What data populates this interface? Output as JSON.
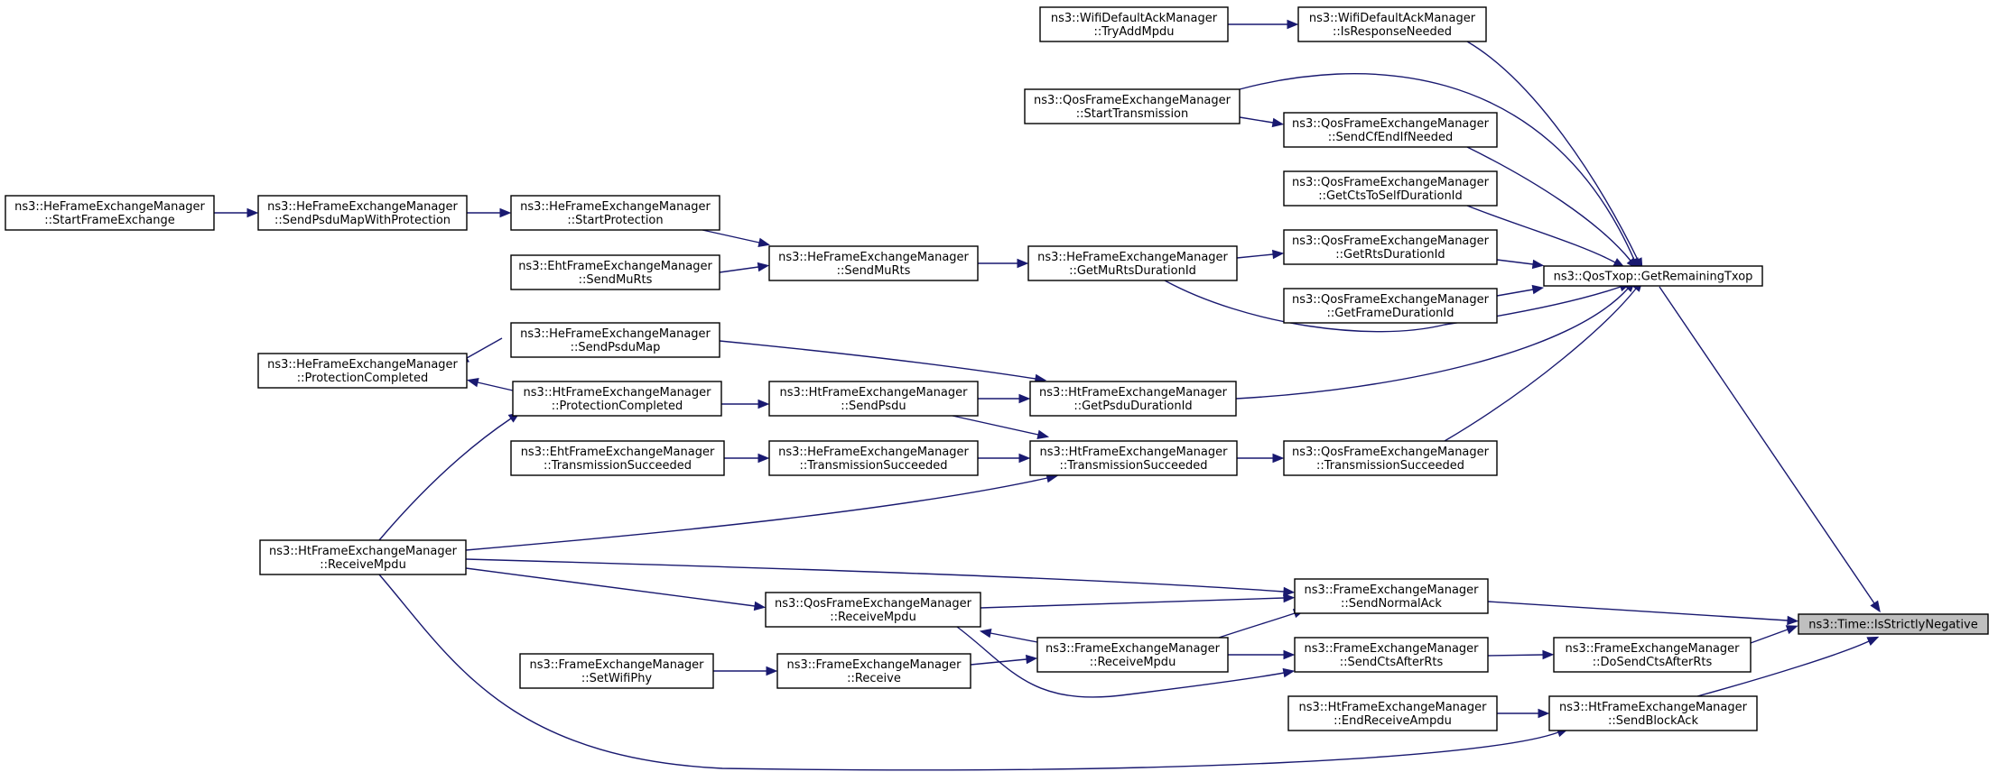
{
  "graph": {
    "title": "",
    "nodes": [
      {
        "id": "root",
        "lines": [
          "ns3::Time::IsStrictlyNegative"
        ],
        "root": true
      },
      {
        "id": "qt_grt",
        "lines": [
          "ns3::QosTxop::GetRemainingTxop"
        ]
      },
      {
        "id": "wdam_irn",
        "lines": [
          "ns3::WifiDefaultAckManager",
          "::IsResponseNeeded"
        ]
      },
      {
        "id": "wdam_tam",
        "lines": [
          "ns3::WifiDefaultAckManager",
          "::TryAddMpdu"
        ]
      },
      {
        "id": "qfem_st",
        "lines": [
          "ns3::QosFrameExchangeManager",
          "::StartTransmission"
        ]
      },
      {
        "id": "qfem_scf",
        "lines": [
          "ns3::QosFrameExchangeManager",
          "::SendCfEndIfNeeded"
        ]
      },
      {
        "id": "qfem_gcts",
        "lines": [
          "ns3::QosFrameExchangeManager",
          "::GetCtsToSelfDurationId"
        ]
      },
      {
        "id": "qfem_grts",
        "lines": [
          "ns3::QosFrameExchangeManager",
          "::GetRtsDurationId"
        ]
      },
      {
        "id": "qfem_gfd",
        "lines": [
          "ns3::QosFrameExchangeManager",
          "::GetFrameDurationId"
        ]
      },
      {
        "id": "hefem_gmu",
        "lines": [
          "ns3::HeFrameExchangeManager",
          "::GetMuRtsDurationId"
        ]
      },
      {
        "id": "hefem_smr",
        "lines": [
          "ns3::HeFrameExchangeManager",
          "::SendMuRts"
        ]
      },
      {
        "id": "hefem_sp",
        "lines": [
          "ns3::HeFrameExchangeManager",
          "::StartProtection"
        ]
      },
      {
        "id": "ehtfem_smr",
        "lines": [
          "ns3::EhtFrameExchangeManager",
          "::SendMuRts"
        ]
      },
      {
        "id": "hefem_spmwp",
        "lines": [
          "ns3::HeFrameExchangeManager",
          "::SendPsduMapWithProtection"
        ]
      },
      {
        "id": "hefem_sfe",
        "lines": [
          "ns3::HeFrameExchangeManager",
          "::StartFrameExchange"
        ]
      },
      {
        "id": "htfem_gpd",
        "lines": [
          "ns3::HtFrameExchangeManager",
          "::GetPsduDurationId"
        ]
      },
      {
        "id": "hefem_spm",
        "lines": [
          "ns3::HeFrameExchangeManager",
          "::SendPsduMap"
        ]
      },
      {
        "id": "hefem_pc",
        "lines": [
          "ns3::HeFrameExchangeManager",
          "::ProtectionCompleted"
        ]
      },
      {
        "id": "htfem_pc",
        "lines": [
          "ns3::HtFrameExchangeManager",
          "::ProtectionCompleted"
        ]
      },
      {
        "id": "htfem_sp",
        "lines": [
          "ns3::HtFrameExchangeManager",
          "::SendPsdu"
        ]
      },
      {
        "id": "qfem_ts",
        "lines": [
          "ns3::QosFrameExchangeManager",
          "::TransmissionSucceeded"
        ]
      },
      {
        "id": "htfem_ts",
        "lines": [
          "ns3::HtFrameExchangeManager",
          "::TransmissionSucceeded"
        ]
      },
      {
        "id": "hefem_ts",
        "lines": [
          "ns3::HeFrameExchangeManager",
          "::TransmissionSucceeded"
        ]
      },
      {
        "id": "ehtfem_ts",
        "lines": [
          "ns3::EhtFrameExchangeManager",
          "::TransmissionSucceeded"
        ]
      },
      {
        "id": "htfem_rm",
        "lines": [
          "ns3::HtFrameExchangeManager",
          "::ReceiveMpdu"
        ]
      },
      {
        "id": "fem_sna",
        "lines": [
          "ns3::FrameExchangeManager",
          "::SendNormalAck"
        ]
      },
      {
        "id": "qfem_rm",
        "lines": [
          "ns3::QosFrameExchangeManager",
          "::ReceiveMpdu"
        ]
      },
      {
        "id": "fem_dscar",
        "lines": [
          "ns3::FrameExchangeManager",
          "::DoSendCtsAfterRts"
        ]
      },
      {
        "id": "fem_scar",
        "lines": [
          "ns3::FrameExchangeManager",
          "::SendCtsAfterRts"
        ]
      },
      {
        "id": "fem_rm",
        "lines": [
          "ns3::FrameExchangeManager",
          "::ReceiveMpdu"
        ]
      },
      {
        "id": "fem_r",
        "lines": [
          "ns3::FrameExchangeManager",
          "::Receive"
        ]
      },
      {
        "id": "fem_swp",
        "lines": [
          "ns3::FrameExchangeManager",
          "::SetWifiPhy"
        ]
      },
      {
        "id": "htfem_sba",
        "lines": [
          "ns3::HtFrameExchangeManager",
          "::SendBlockAck"
        ]
      },
      {
        "id": "htfem_era",
        "lines": [
          "ns3::HtFrameExchangeManager",
          "::EndReceiveAmpdu"
        ]
      }
    ]
  }
}
